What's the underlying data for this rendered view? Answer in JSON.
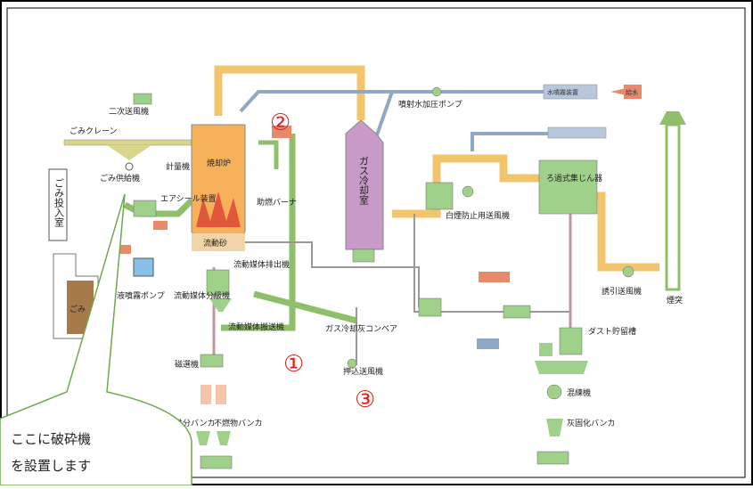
{
  "labels": {
    "garbage_crane": "ごみクレーン",
    "garbage_feeder": "ごみ供給機",
    "garbage_pit": "ごみ投入室",
    "pit_garbage": "ごみ",
    "secondary_blower": "二次送風機",
    "incinerator": "焼却炉",
    "fluidized_bed": "流動砂",
    "air_seal": "エアシール装置",
    "quantity_valve": "計量機",
    "aux_burner": "助燃バーナ",
    "leachate_pump": "ろ液噴霧ポンプ",
    "media_discharger": "流動媒体排出機",
    "media_classifier": "流動媒体分級機",
    "media_conveyor": "流動媒体搬送機",
    "magnetic_separator": "磁選機",
    "iron_bunker": "鉄分バンカ",
    "nonburnable_bunker": "不燃物バンカ",
    "gas_cooling_tower": "ガス冷却室",
    "water_pump": "噴射水加圧ポンプ",
    "water_tank": "水噴霧装置",
    "water_supply": "給水",
    "white_smoke_blower": "白煙防止用送風機",
    "bag_filter": "ろ過式集じん器",
    "id_fan": "誘引送風機",
    "chimney": "煙突",
    "ash_conveyor": "ガス冷却灰コンベア",
    "push_conveyor": "押込送風機",
    "dust_hopper": "ダスト貯留槽",
    "kneader": "混練機",
    "solidified_bunker": "灰固化バンカ"
  },
  "markers": {
    "one": "①",
    "two": "②",
    "three": "③"
  },
  "callout": {
    "line1": "ここに破砕機",
    "line2": "を設置します"
  },
  "colors": {
    "flue_gas": "#f2c46c",
    "ash_line": "#8fbf6a",
    "water_line": "#8fa8c8",
    "furnace": "#f6b15a",
    "cooler": "#c89ac8",
    "equipment": "#9fd18a",
    "marker": "#e0211b"
  }
}
